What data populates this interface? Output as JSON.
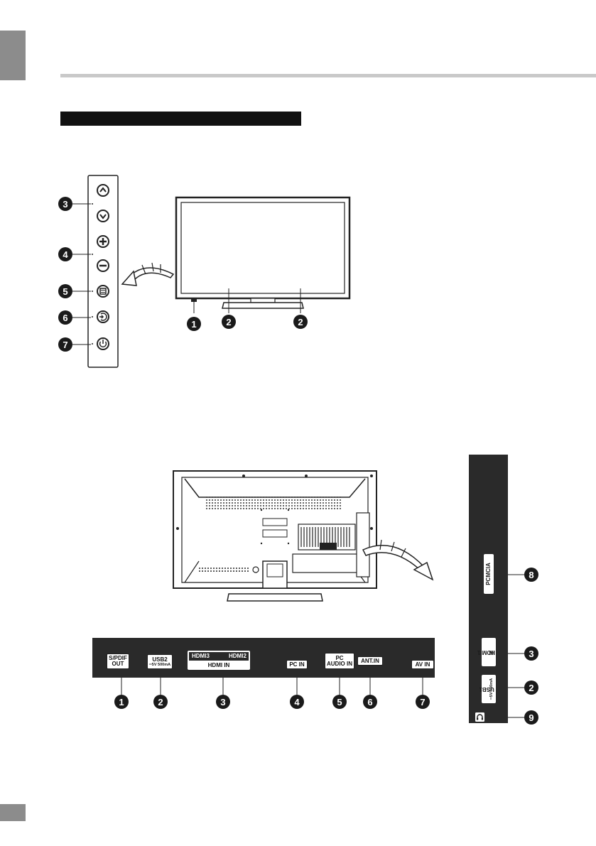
{
  "front_panel": {
    "callouts": {
      "tv_sensor": "1",
      "stand_left": "2",
      "stand_right": "2",
      "channel": "3",
      "volume": "4",
      "menu": "5",
      "source": "6",
      "power": "7"
    }
  },
  "bottom_panel": {
    "ports": {
      "spdif": "S/PDIF",
      "spdif_sub": "OUT",
      "usb2": "USB2",
      "usb2_sub": "═5V 500mA",
      "hdmi3": "HDMI3",
      "hdmi2": "HDMI2",
      "hdmi_in": "HDMI IN",
      "pc_in": "PC IN",
      "pc_audio": "PC",
      "pc_audio_sub": "AUDIO IN",
      "ant_in": "ANT.IN",
      "av_in": "AV IN"
    },
    "callouts": [
      "1",
      "2",
      "3",
      "4",
      "5",
      "6",
      "7"
    ]
  },
  "side_panel": {
    "ports": {
      "pcmcia": "PCMCIA",
      "hdmi1": "HDMI1",
      "hdmi1_sub": "IN",
      "usb1": "USB1",
      "usb1_sub": "═5V 500mA"
    },
    "callouts": {
      "pcmcia": "8",
      "hdmi1": "3",
      "usb1": "2",
      "headphone": "9"
    }
  },
  "icons": {
    "headphone": "headphone-icon"
  },
  "colors": {
    "tab": "#8c8c8c",
    "rule": "#c9c9c9",
    "panel": "#2a2a2a",
    "callout": "#1a1a1a"
  }
}
